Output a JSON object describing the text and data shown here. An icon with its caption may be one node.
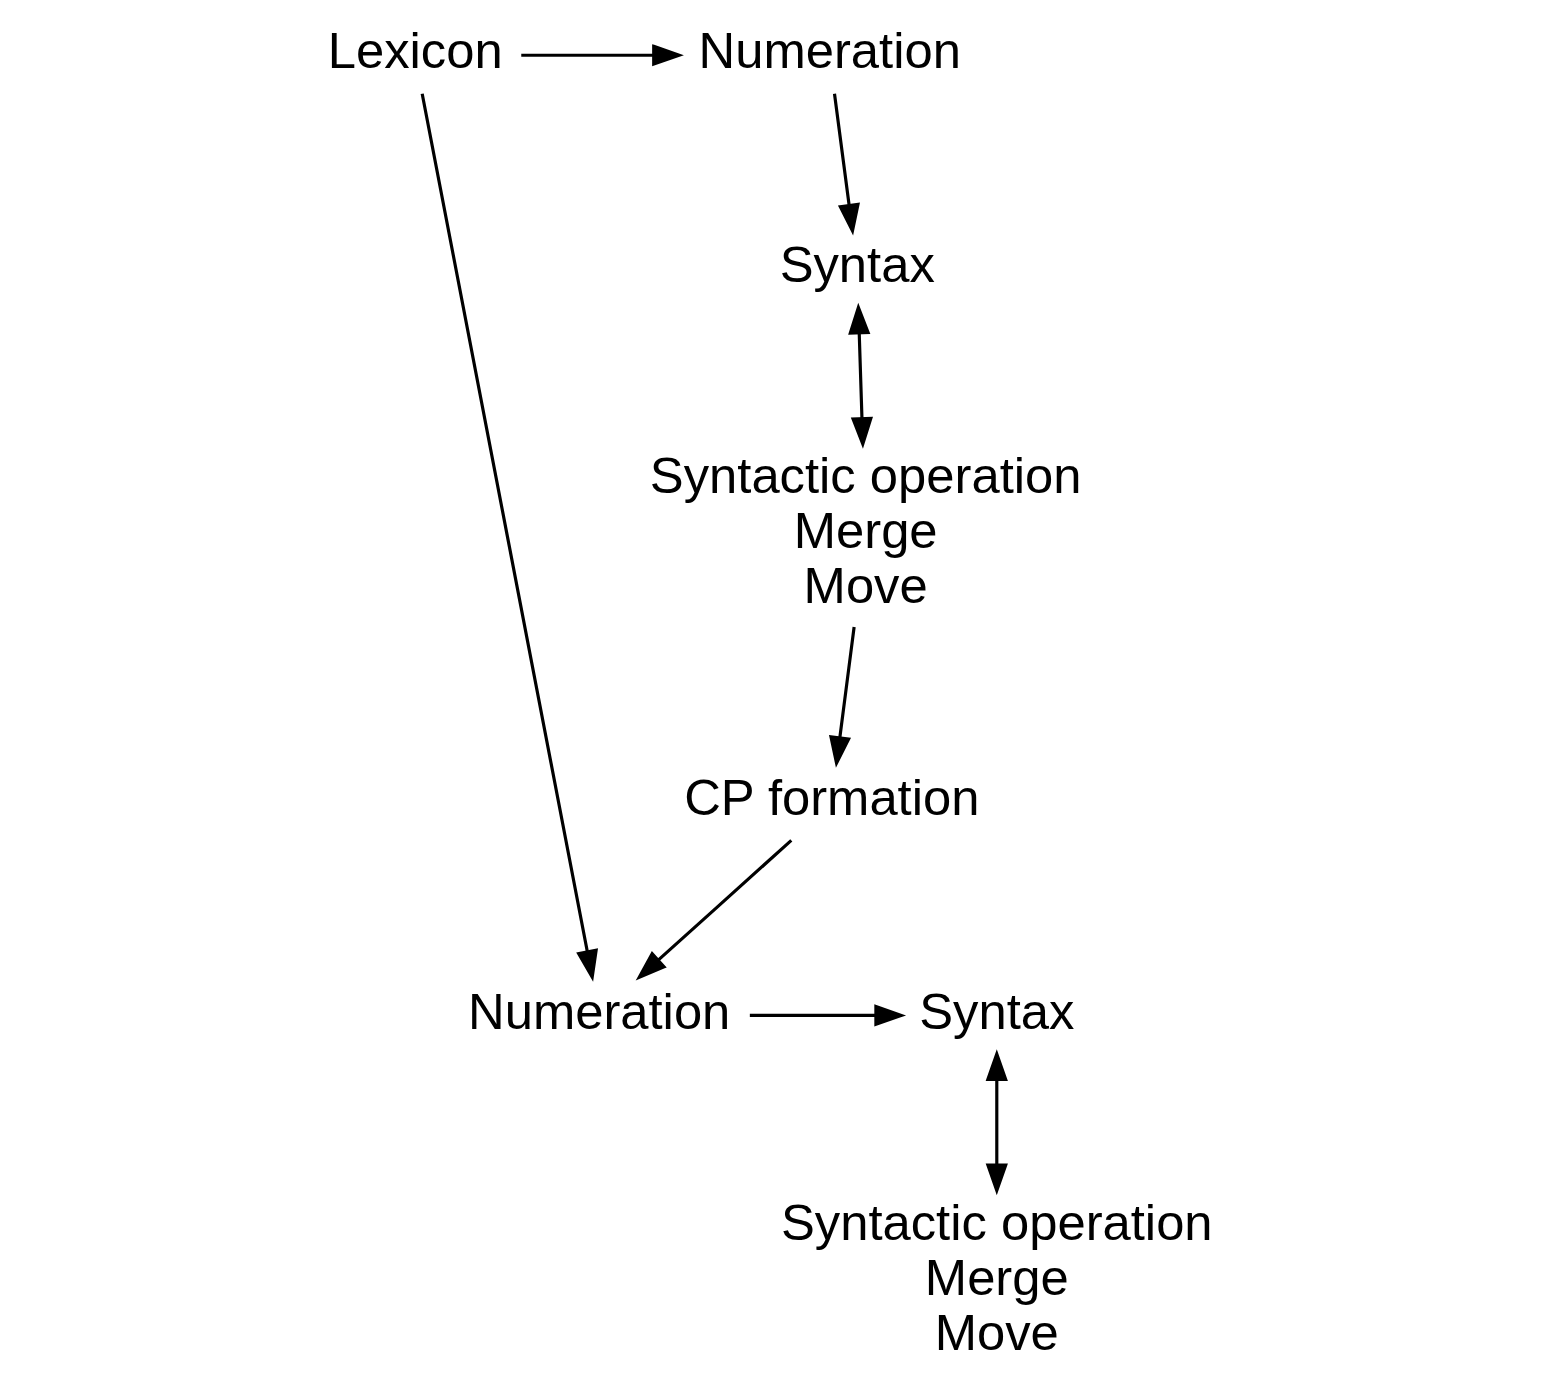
{
  "diagram": {
    "nodes": [
      {
        "text": [
          "Lexicon"
        ]
      },
      {
        "text": [
          "Numeration"
        ]
      },
      {
        "text": [
          "Syntax"
        ]
      },
      {
        "text": [
          "Syntactic operation",
          "Merge",
          "Move"
        ]
      },
      {
        "text": [
          "CP formation"
        ]
      },
      {
        "text": [
          "Numeration"
        ]
      },
      {
        "text": [
          "Syntax"
        ]
      },
      {
        "text": [
          "Syntactic operation",
          "Merge",
          "Move"
        ]
      }
    ],
    "edges": [
      {
        "from": 0,
        "to": 1,
        "arrow": "to"
      },
      {
        "from": 0,
        "to": 5,
        "arrow": "to"
      },
      {
        "from": 1,
        "to": 2,
        "arrow": "to"
      },
      {
        "from": 2,
        "to": 3,
        "arrow": "both"
      },
      {
        "from": 3,
        "to": 4,
        "arrow": "to"
      },
      {
        "from": 4,
        "to": 5,
        "arrow": "to"
      },
      {
        "from": 5,
        "to": 6,
        "arrow": "to"
      },
      {
        "from": 6,
        "to": 7,
        "arrow": "both"
      }
    ]
  }
}
